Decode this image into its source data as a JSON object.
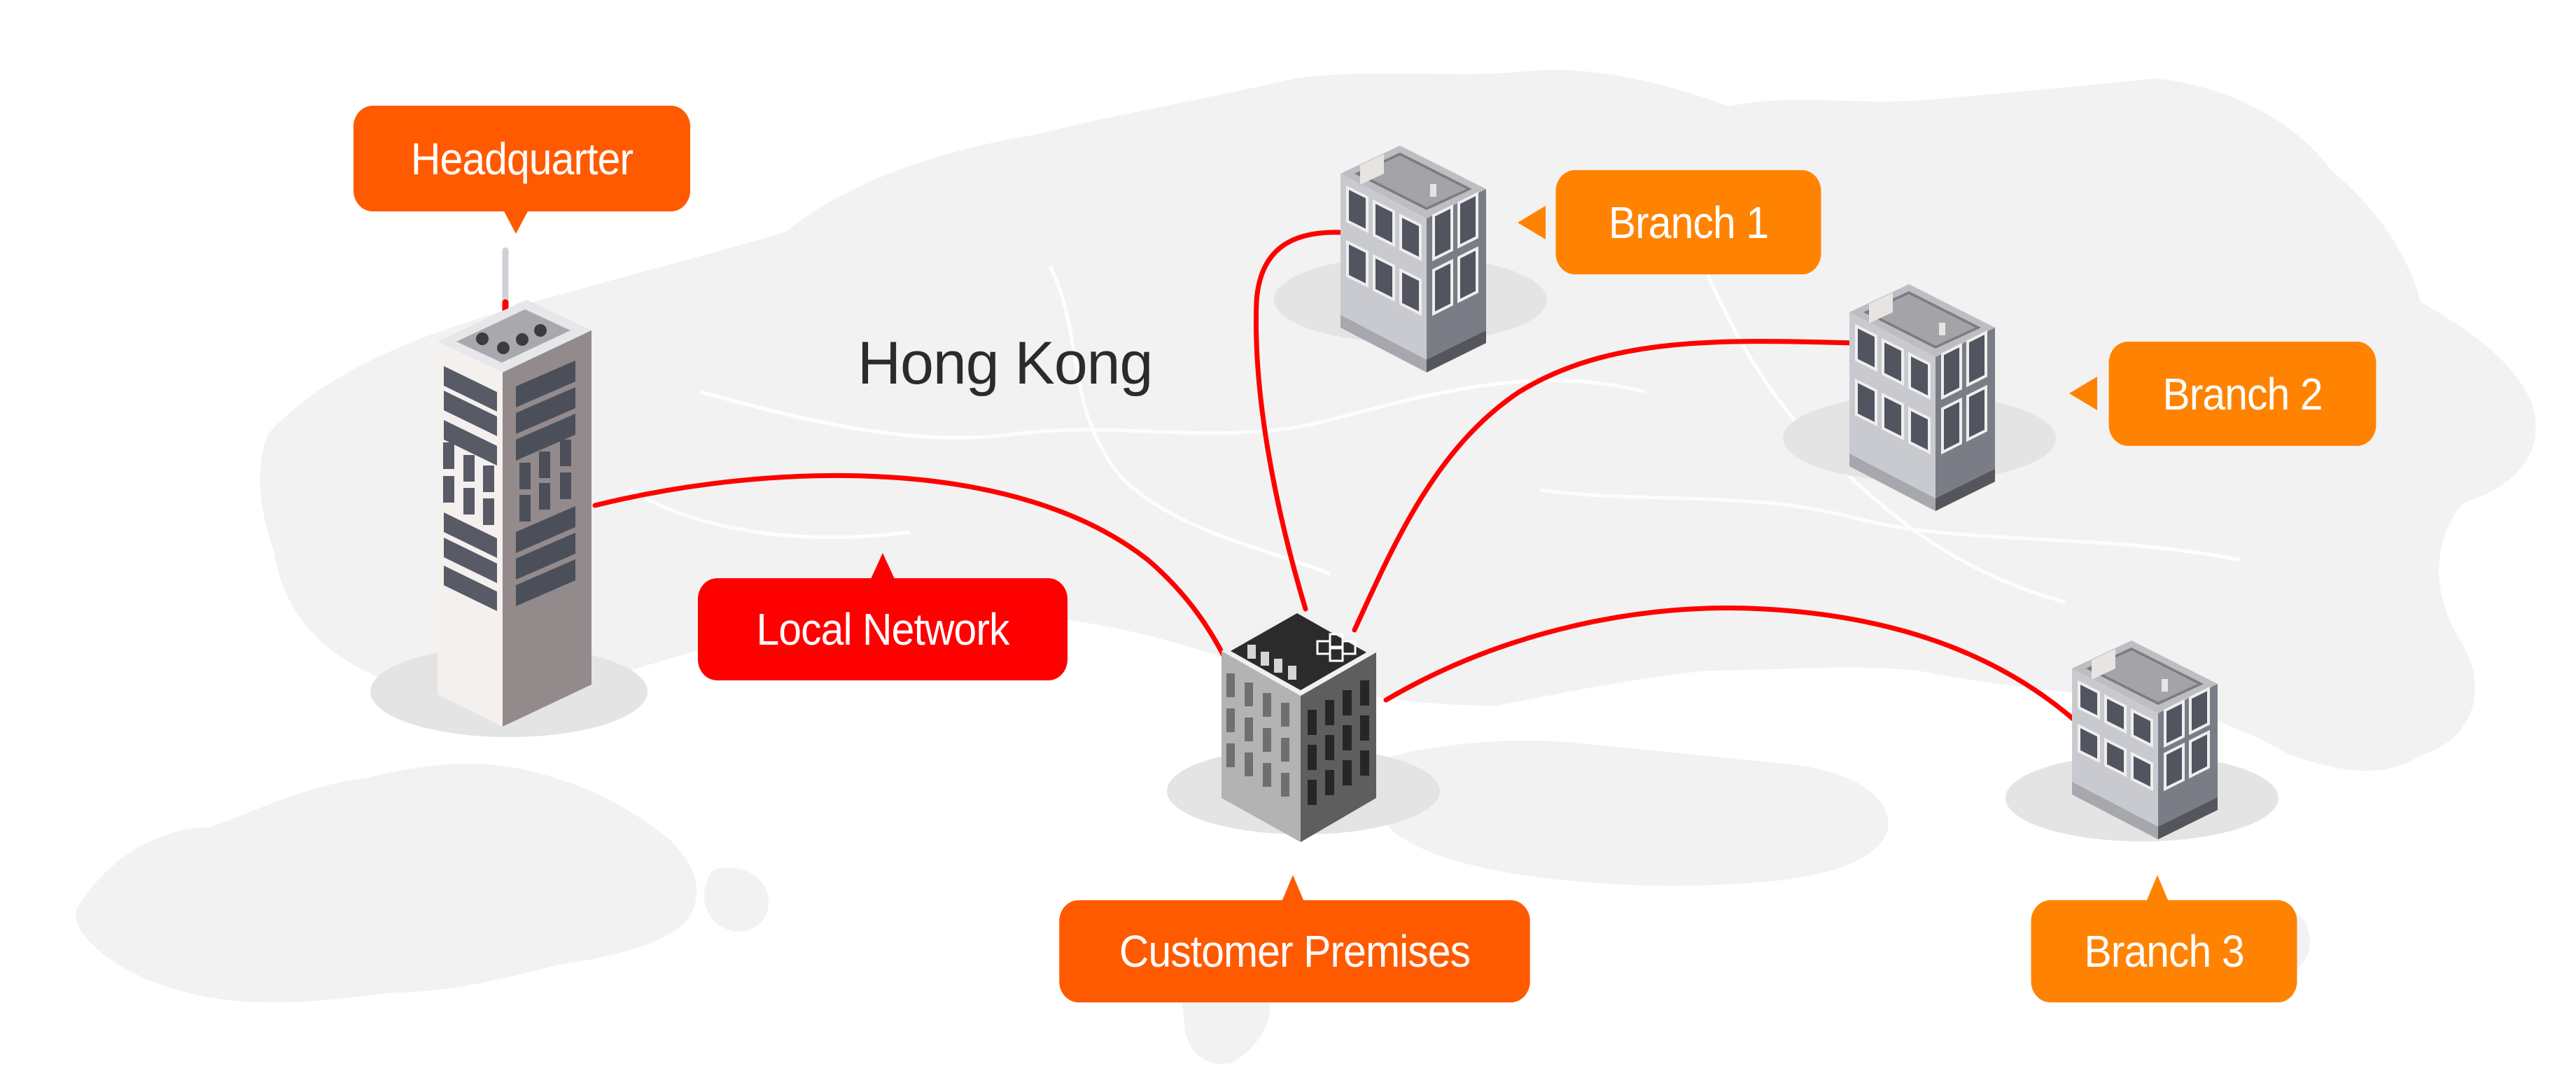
{
  "diagram": {
    "region_label": "Hong Kong",
    "colors": {
      "primary_orange": "#ff5a00",
      "secondary_orange": "#ff8300",
      "link_red": "#ff0000",
      "map_fill": "#f2f2f2",
      "text_dark": "#2b2b2b"
    },
    "nodes": [
      {
        "id": "headquarter",
        "label": "Headquarter",
        "icon": "tall-office-building-icon",
        "color": "#ff5a00"
      },
      {
        "id": "customer-premises",
        "label": "Customer Premises",
        "icon": "dark-office-building-icon",
        "color": "#ff5a00"
      },
      {
        "id": "branch-1",
        "label": "Branch 1",
        "icon": "branch-building-icon",
        "color": "#ff8300"
      },
      {
        "id": "branch-2",
        "label": "Branch 2",
        "icon": "branch-building-icon",
        "color": "#ff8300"
      },
      {
        "id": "branch-3",
        "label": "Branch 3",
        "icon": "branch-building-icon",
        "color": "#ff8300"
      }
    ],
    "link_label": {
      "label": "Local Network",
      "color": "#ff0000"
    },
    "edges": [
      {
        "from": "headquarter",
        "to": "customer-premises"
      },
      {
        "from": "customer-premises",
        "to": "branch-1"
      },
      {
        "from": "customer-premises",
        "to": "branch-2"
      },
      {
        "from": "customer-premises",
        "to": "branch-3"
      }
    ]
  }
}
